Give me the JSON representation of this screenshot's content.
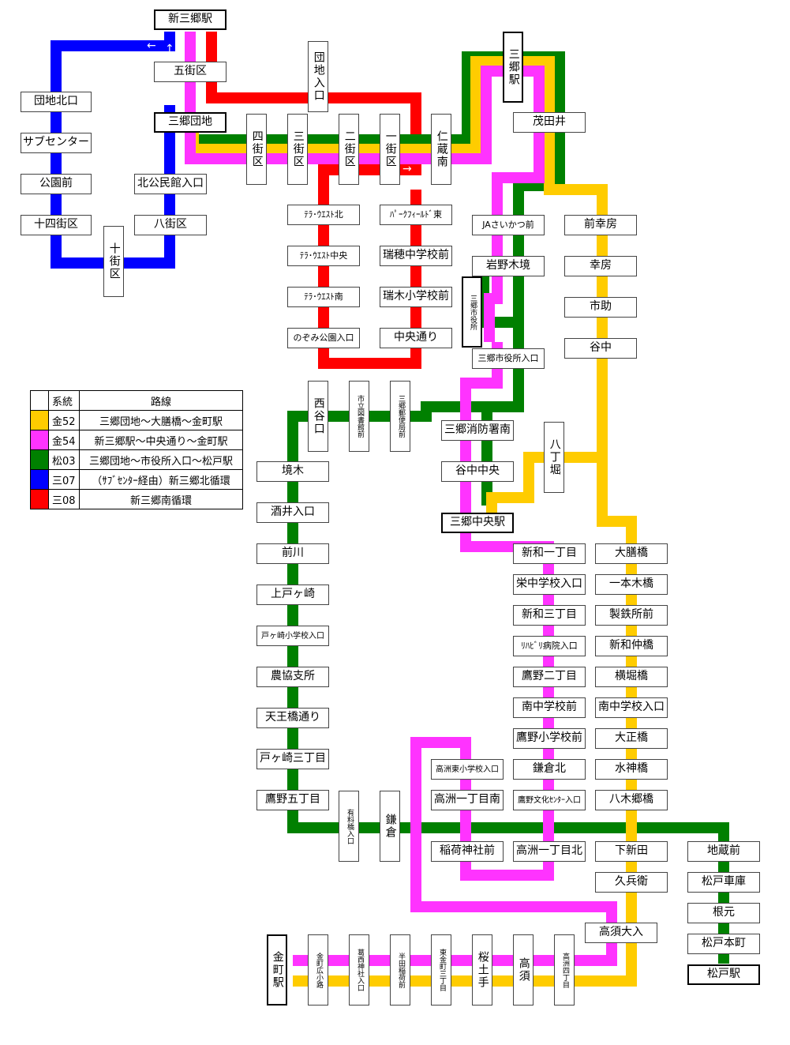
{
  "colors": {
    "kane52": "#ffcc00",
    "kane54": "#ff33ff",
    "matsu03": "#008000",
    "san07": "#0000ff",
    "san08": "#ff0000"
  },
  "legend": {
    "header_code": "系統",
    "header_route": "路線",
    "rows": [
      {
        "color": "#ffcc00",
        "code": "金52",
        "route": "三郷団地～大膳橋～金町駅"
      },
      {
        "color": "#ff33ff",
        "code": "金54",
        "route": "新三郷駅～中央通り～金町駅"
      },
      {
        "color": "#008000",
        "code": "松03",
        "route": "三郷団地～市役所入口～松戸駅"
      },
      {
        "color": "#0000ff",
        "code": "三07",
        "route": "（ｻﾌﾞｾﾝﾀｰ経由）新三郷北循環"
      },
      {
        "color": "#ff0000",
        "code": "三08",
        "route": "新三郷南循環"
      }
    ]
  },
  "stops": {
    "shin_misato": "新三郷駅",
    "go_gaiku": "五街区",
    "misato_danchi": "三郷団地",
    "danchi_kitaguchi": "団地北口",
    "sub_center": "サブセンター",
    "koen_mae": "公園前",
    "juyon_gaiku": "十四街区",
    "ju_gaiku": "十街区",
    "hachi_gaiku": "八街区",
    "kita_kominkan": "北公民館入口",
    "danchi_iriguchi": "団地入口",
    "yon_gaiku": "四街区",
    "san_gaiku": "三街区",
    "ni_gaiku": "二街区",
    "ichi_gaiku": "一街区",
    "ninzo_minami": "仁蔵南",
    "misato_eki": "三郷駅",
    "mota_i": "茂田井",
    "terra_kita": "ﾃﾗ･ｳｴｽﾄ北",
    "terra_chuo": "ﾃﾗ･ｳｴｽﾄ中央",
    "terra_minami": "ﾃﾗ･ｳｴｽﾄ南",
    "nozomi": "のぞみ公園入口",
    "park_field": "ﾊﾟｰｸﾌｨｰﾙﾄﾞ東",
    "mizuho_chu": "瑞穂中学校前",
    "mizuki_sho": "瑞木小学校前",
    "chuo_dori": "中央通り",
    "ja_saikatsu": "JAさいかつ前",
    "iwanoki": "岩野木境",
    "shiyakusho": "三郷市役所",
    "shiyakusho_iriguchi": "三郷市役所入口",
    "mae_kobo": "前幸房",
    "kobo": "幸房",
    "ichisuke": "市助",
    "yanaka": "谷中",
    "nishiyaguchi": "西谷口",
    "toshokan": "市立図書館前",
    "yubinkyoku": "三郷郵便局前",
    "shobosho": "三郷消防署南",
    "yanaka_chuo": "谷中中央",
    "hatchobori": "八丁堀",
    "misato_chuo": "三郷中央駅",
    "sakaiki": "境木",
    "sakai_iriguchi": "酒井入口",
    "maegawa": "前川",
    "kamitogasaki": "上戸ヶ崎",
    "togasaki_sho": "戸ヶ崎小学校入口",
    "nokyo": "農協支所",
    "tenno": "天王橋通り",
    "togasaki3": "戸ヶ崎三丁目",
    "takano5": "鷹野五丁目",
    "arishina": "有料橋入口",
    "kamakura": "鎌倉",
    "shinwa1": "新和一丁目",
    "sakae_chu": "栄中学校入口",
    "shinwa3": "新和三丁目",
    "rehab": "ﾘﾊﾋﾞﾘ病院入口",
    "takano2": "鷹野二丁目",
    "minami_chu_mae": "南中学校前",
    "takano_sho": "鷹野小学校前",
    "kamakura_kita": "鎌倉北",
    "takano_bunka": "鷹野文化ｾﾝﾀｰ入口",
    "takasu_higashi": "高洲東小学校入口",
    "takasu1_minami": "高洲一丁目南",
    "inari": "稲荷神社前",
    "takasu1_kita": "高洲一丁目北",
    "daizenbashi": "大膳橋",
    "ippongi": "一本木橋",
    "seitetsu": "製鉄所前",
    "shinwa_naka": "新和仲橋",
    "yokoborimbashi": "横堀橋",
    "minami_chu_iri": "南中学校入口",
    "taisho": "大正橋",
    "suijin": "水神橋",
    "yagi_go": "八木郷橋",
    "shimo_shinden": "下新田",
    "kubei": "久兵衛",
    "takasu_dai": "高須大入",
    "jizo_mae": "地蔵前",
    "matsudo_shako": "松戸車庫",
    "nemoto": "根元",
    "matsudo_honcho": "松戸本町",
    "matsudo_eki": "松戸駅",
    "kanamachi": "金町駅",
    "kanamachi_hiro": "金町広小路",
    "kakiage": "葛西神社入口",
    "handa": "半田稲荷前",
    "higashi_kanamachi": "東金町三丁目",
    "sakura_tsutsumi": "桜土手",
    "takasu": "高須",
    "takasu4": "高洲四丁目"
  },
  "arrows": {
    "left": "←",
    "up": "↑",
    "right": "→",
    "down": "↓"
  }
}
